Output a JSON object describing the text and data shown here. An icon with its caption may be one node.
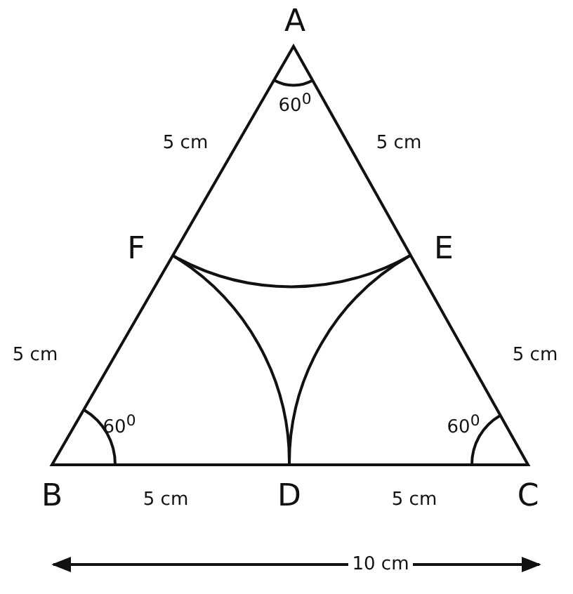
{
  "diagram": {
    "labels": [
      "A",
      "5 cm",
      "60$^{0}$",
      "5 cm",
      "F",
      "E",
      "5 cm",
      "5 cm",
      "60$^{0}$",
      "60$^{0}$",
      "B",
      "5 cm",
      "D",
      "5 cm",
      "C",
      "10 cm"
    ]
  }
}
